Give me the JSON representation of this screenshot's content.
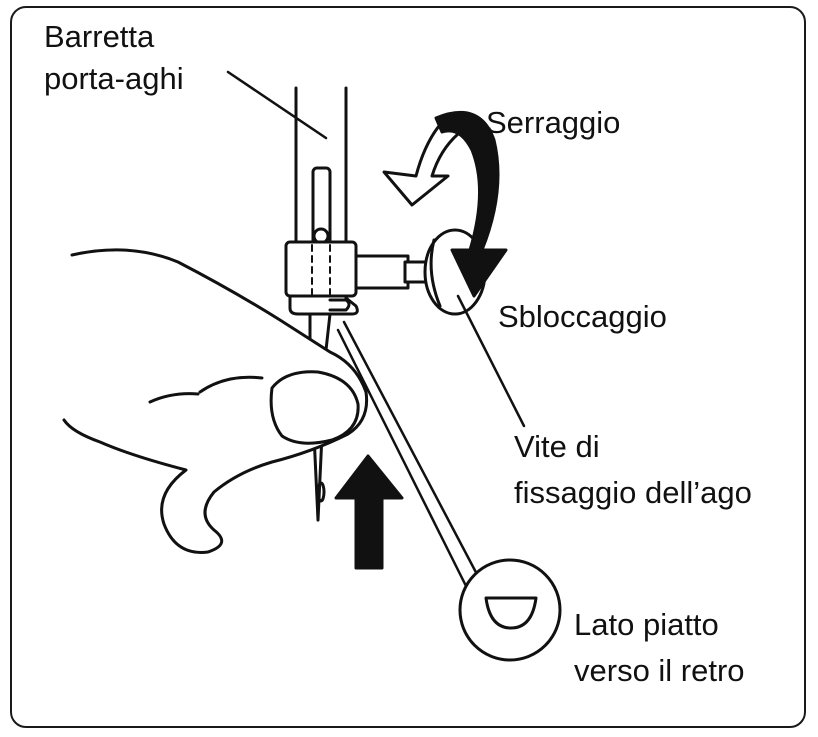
{
  "diagram": {
    "labels": {
      "needle_bar_line1": "Barretta",
      "needle_bar_line2": "porta-aghi",
      "tighten": "Serraggio",
      "loosen": "Sbloccaggio",
      "screw_line1": "Vite di",
      "screw_line2": "fissaggio dell’ago",
      "flat_line1": "Lato piatto",
      "flat_line2": "verso il retro"
    },
    "colors": {
      "ink": "#111111",
      "background": "#ffffff"
    },
    "icons": [
      "clockwise-arrow-icon",
      "counterclockwise-arrow-icon",
      "up-arrow-icon",
      "needle-icon",
      "hand-icon",
      "screw-icon"
    ]
  }
}
